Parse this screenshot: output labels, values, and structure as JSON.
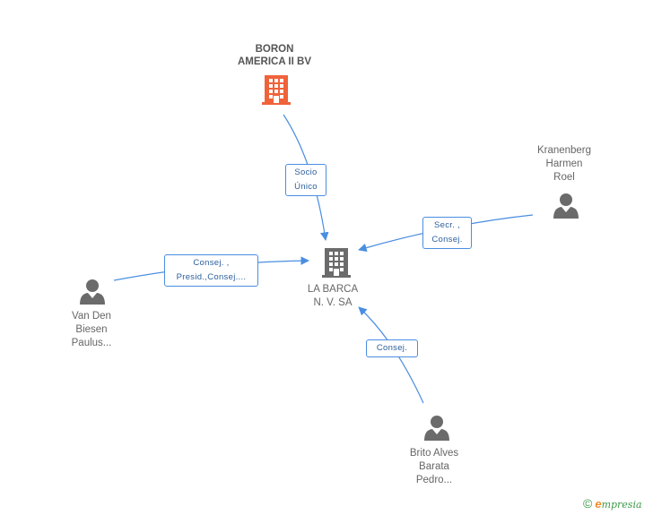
{
  "nodes": {
    "boron": {
      "label": "BORON\nAMERICA II BV",
      "type": "company",
      "color": "#f0623a"
    },
    "labarca": {
      "label": "LA BARCA\nN. V. SA",
      "type": "company",
      "color": "#666666"
    },
    "kranenberg": {
      "label": "Kranenberg\nHarmen\nRoel",
      "type": "person"
    },
    "vandenbiesen": {
      "label": "Van Den\nBiesen\nPaulus...",
      "type": "person"
    },
    "britoalves": {
      "label": "Brito Alves\nBarata\nPedro...",
      "type": "person"
    }
  },
  "edges": {
    "boron_labarca": {
      "label": "Socio\nÚnico"
    },
    "kranenberg_labarca": {
      "label": "Secr. ,\nConsej."
    },
    "vandenbiesen_labarca": {
      "label": "Consej. ,\nPresid.,Consej...."
    },
    "britoalves_labarca": {
      "label": "Consej."
    }
  },
  "colors": {
    "edge": "#4a8ee0",
    "person": "#6b6b6b"
  },
  "footer": {
    "copyright": "©",
    "brand_initial": "e",
    "brand_rest": "mpresia"
  }
}
